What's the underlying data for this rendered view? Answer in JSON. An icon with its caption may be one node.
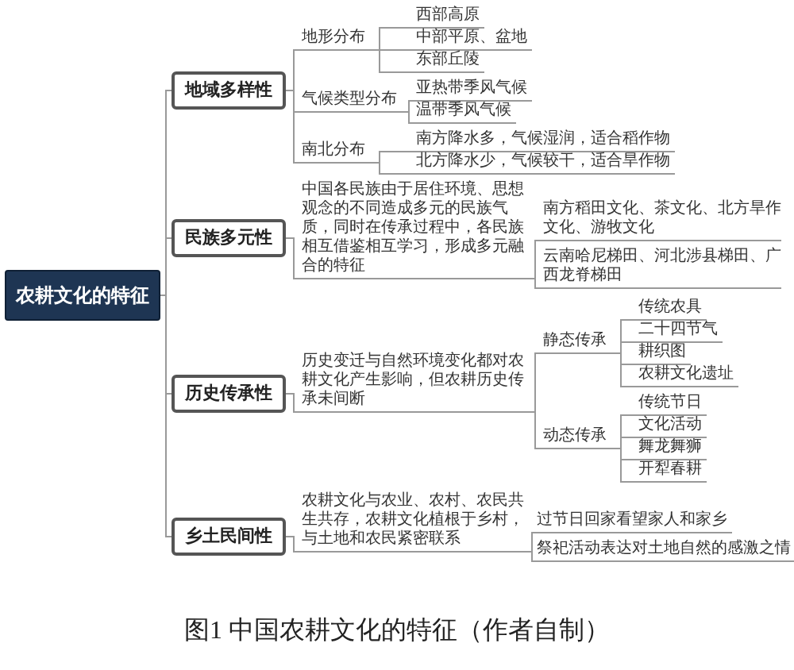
{
  "diagram": {
    "caption": "图1 中国农耕文化的特征（作者自制）",
    "nodes": [
      {
        "text": [
          "农耕文化的特征"
        ]
      },
      {
        "text": [
          "地域多样性"
        ]
      },
      {
        "text": [
          "地形分布"
        ]
      },
      {
        "text": [
          "西部高原"
        ]
      },
      {
        "text": [
          "中部平原、盆地"
        ]
      },
      {
        "text": [
          "东部丘陵"
        ]
      },
      {
        "text": [
          "气候类型分布"
        ]
      },
      {
        "text": [
          "亚热带季风气候"
        ]
      },
      {
        "text": [
          "温带季风气候"
        ]
      },
      {
        "text": [
          "南北分布"
        ]
      },
      {
        "text": [
          "南方降水多，气候湿润，适合稻作物"
        ]
      },
      {
        "text": [
          "北方降水少，气候较干，适合旱作物"
        ]
      },
      {
        "text": [
          "民族多元性"
        ]
      },
      {
        "text": [
          "中国各民族由于居住环境、思想观念的不同造成多元的民族气质，同时在传承过程中，各民族相互借鉴相互学习，形成多元融合的特征"
        ]
      },
      {
        "text": [
          "南方稻田文化、茶文化、北方旱作文化、游牧文化"
        ]
      },
      {
        "text": [
          "云南哈尼梯田、河北涉县梯田、广西龙脊梯田"
        ]
      },
      {
        "text": [
          "历史传承性"
        ]
      },
      {
        "text": [
          "历史变迁与自然环境变化都对农耕文化产生影响，但农耕历史传承未间断"
        ]
      },
      {
        "text": [
          "静态传承"
        ]
      },
      {
        "text": [
          "传统农具"
        ]
      },
      {
        "text": [
          "二十四节气"
        ]
      },
      {
        "text": [
          "耕织图"
        ]
      },
      {
        "text": [
          "农耕文化遗址"
        ]
      },
      {
        "text": [
          "动态传承"
        ]
      },
      {
        "text": [
          "传统节日"
        ]
      },
      {
        "text": [
          "文化活动"
        ]
      },
      {
        "text": [
          "舞龙舞狮"
        ]
      },
      {
        "text": [
          "开犁春耕"
        ]
      },
      {
        "text": [
          "乡土民间性"
        ]
      },
      {
        "text": [
          "农耕文化与农业、农村、农民共生共存，农耕文化植根于乡村，与土地和农民紧密联系"
        ]
      },
      {
        "text": [
          "过节日回家看望家人和家乡"
        ]
      },
      {
        "text": [
          "祭祀活动表达对土地自然的感激之情"
        ]
      }
    ],
    "edges": [
      {
        "from": 0,
        "to": 1,
        "arrow": "none"
      },
      {
        "from": 0,
        "to": 12,
        "arrow": "none"
      },
      {
        "from": 0,
        "to": 16,
        "arrow": "none"
      },
      {
        "from": 0,
        "to": 28,
        "arrow": "none"
      },
      {
        "from": 1,
        "to": 2,
        "arrow": "none"
      },
      {
        "from": 1,
        "to": 6,
        "arrow": "none"
      },
      {
        "from": 1,
        "to": 9,
        "arrow": "none"
      },
      {
        "from": 2,
        "to": 3,
        "arrow": "none"
      },
      {
        "from": 2,
        "to": 4,
        "arrow": "none"
      },
      {
        "from": 2,
        "to": 5,
        "arrow": "none"
      },
      {
        "from": 6,
        "to": 7,
        "arrow": "none"
      },
      {
        "from": 6,
        "to": 8,
        "arrow": "none"
      },
      {
        "from": 9,
        "to": 10,
        "arrow": "none"
      },
      {
        "from": 9,
        "to": 11,
        "arrow": "none"
      },
      {
        "from": 12,
        "to": 13,
        "arrow": "none"
      },
      {
        "from": 13,
        "to": 14,
        "arrow": "none"
      },
      {
        "from": 13,
        "to": 15,
        "arrow": "none"
      },
      {
        "from": 16,
        "to": 17,
        "arrow": "none"
      },
      {
        "from": 17,
        "to": 18,
        "arrow": "none"
      },
      {
        "from": 17,
        "to": 23,
        "arrow": "none"
      },
      {
        "from": 18,
        "to": 19,
        "arrow": "none"
      },
      {
        "from": 18,
        "to": 20,
        "arrow": "none"
      },
      {
        "from": 18,
        "to": 21,
        "arrow": "none"
      },
      {
        "from": 18,
        "to": 22,
        "arrow": "none"
      },
      {
        "from": 23,
        "to": 24,
        "arrow": "none"
      },
      {
        "from": 23,
        "to": 25,
        "arrow": "none"
      },
      {
        "from": 23,
        "to": 26,
        "arrow": "none"
      },
      {
        "from": 23,
        "to": 27,
        "arrow": "none"
      },
      {
        "from": 28,
        "to": 29,
        "arrow": "none"
      },
      {
        "from": 29,
        "to": 30,
        "arrow": "none"
      },
      {
        "from": 29,
        "to": 31,
        "arrow": "none"
      }
    ]
  }
}
